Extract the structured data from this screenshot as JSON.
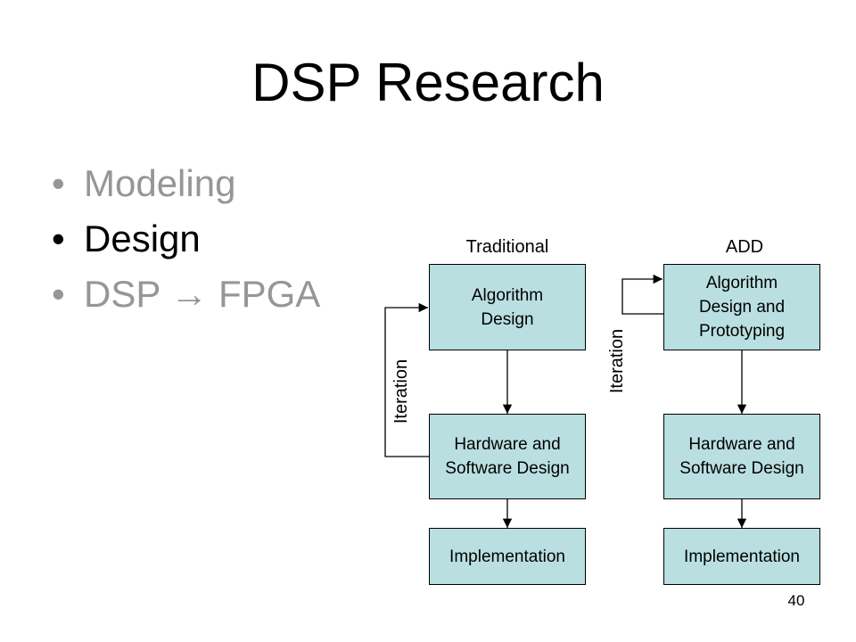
{
  "slide": {
    "title": "DSP Research",
    "page_number": "40"
  },
  "bullets": [
    {
      "marker": "•",
      "text": "Modeling",
      "state": "muted",
      "color": "#969696"
    },
    {
      "marker": "•",
      "text": "Design",
      "state": "active",
      "color": "#000000"
    },
    {
      "marker": "•",
      "text": "DSP → FPGA",
      "state": "muted",
      "color": "#969696"
    }
  ],
  "diagram": {
    "box_fill": "#b9dfe1",
    "traditional": {
      "heading": "Traditional",
      "step1": "Algorithm\nDesign",
      "step2": "Hardware and\nSoftware Design",
      "step3": "Implementation",
      "loop_label": "Iteration"
    },
    "add": {
      "heading": "ADD",
      "step1": "Algorithm\nDesign and\nPrototyping",
      "step2": "Hardware and\nSoftware Design",
      "step3": "Implementation",
      "loop_label": "Iteration"
    }
  }
}
